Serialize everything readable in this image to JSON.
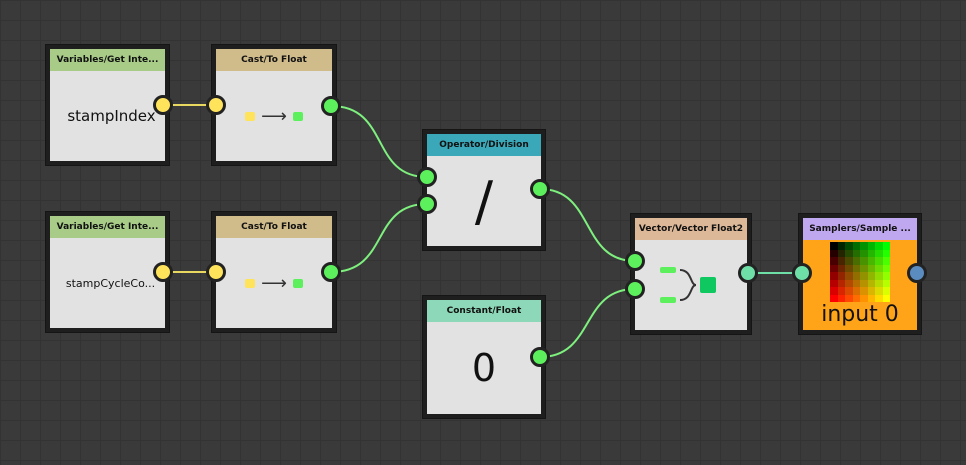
{
  "nodes": {
    "var1": {
      "title": "Variables/Get Inte...",
      "value": "stampIndex",
      "color": "#a8cc88"
    },
    "cast1": {
      "title": "Cast/To Float",
      "color": "#d0bc8a"
    },
    "var2": {
      "title": "Variables/Get Inte...",
      "value": "stampCycleCo...",
      "color": "#a8cc88"
    },
    "cast2": {
      "title": "Cast/To Float",
      "color": "#d0bc8a"
    },
    "div": {
      "title": "Operator/Division",
      "symbol": "/",
      "color": "#3aa8b8"
    },
    "const": {
      "title": "Constant/Float",
      "value": "0",
      "color": "#8dd8b8"
    },
    "vec": {
      "title": "Vector/Vector Float2",
      "color": "#dcb898"
    },
    "sampler": {
      "title": "Samplers/Sample ...",
      "label": "input 0",
      "color": "#c0a8f0",
      "body_color": "#ffa319"
    }
  },
  "wire_colors": {
    "int": "#e8d860",
    "float": "#7ef07e",
    "vec2": "#6fdfa8"
  }
}
